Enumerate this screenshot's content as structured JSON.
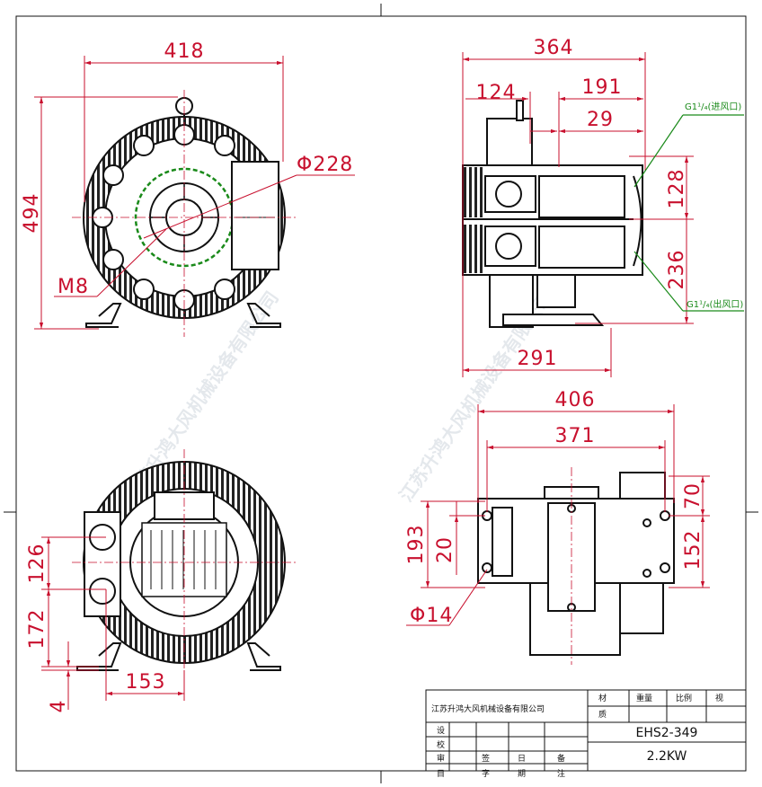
{
  "dimensions": {
    "front_width": "418",
    "front_height": "494",
    "front_diameter": "Φ228",
    "front_thread": "M8",
    "side_width": "364",
    "side_124": "124",
    "side_191": "191",
    "side_29": "29",
    "side_128": "128",
    "side_236": "236",
    "side_291": "291",
    "inlet_label": "G1¹/₄(进风口)",
    "outlet_label": "G1¹/₄(出风口)",
    "bottom_406": "406",
    "bottom_371": "371",
    "bottom_193": "193",
    "bottom_20": "20",
    "bottom_70": "70",
    "bottom_152": "152",
    "bottom_hole": "Φ14",
    "rear_126": "126",
    "rear_172": "172",
    "rear_153": "153",
    "rear_4": "4"
  },
  "watermark": "江苏升鸿大风机械设备有限公司",
  "title_block": {
    "company": "江苏升鸿大风机械设备有限公司",
    "model": "EHS2-349",
    "power": "2.2KW",
    "col_material": "材",
    "col_material2": "质",
    "col_weight": "重量",
    "col_scale": "比例",
    "col_view": "视",
    "design": "设",
    "check": "校",
    "audit": "审",
    "item": "目",
    "sign": "签",
    "sign2": "字",
    "date": "日",
    "date2": "期",
    "note": "备",
    "note2": "注"
  },
  "colors": {
    "dimension": "#c8102e",
    "callout": "#1a8a1a",
    "outline": "#111111"
  }
}
